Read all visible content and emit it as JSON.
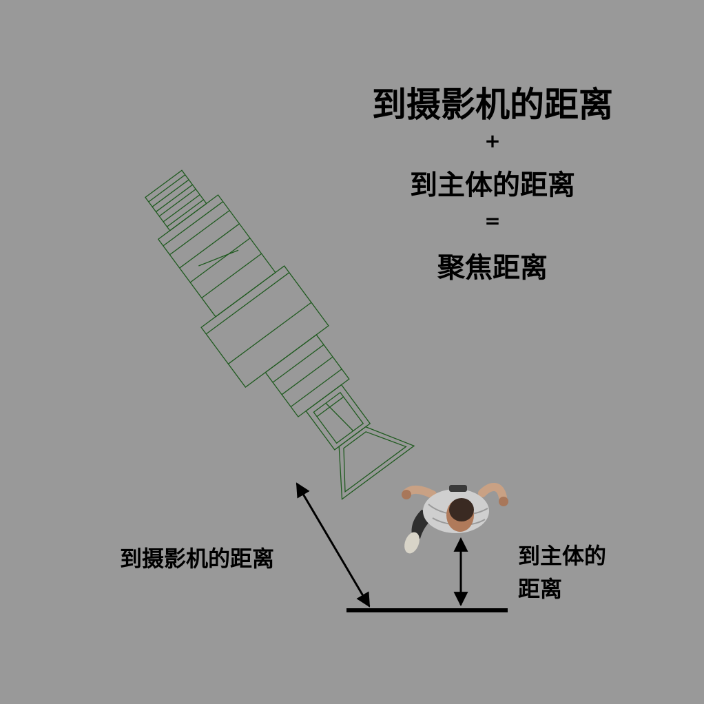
{
  "equation": {
    "line1": "到摄影机的距离",
    "plus": "+",
    "line2": "到主体的距离",
    "equals": "=",
    "line3": "聚焦距离"
  },
  "labels": {
    "camera_distance": "到摄影机的距离",
    "subject_distance_line1": "到主体的",
    "subject_distance_line2": "距离"
  },
  "colors": {
    "background": "#999999",
    "wireframe": "#1f5a1f",
    "text": "#000000"
  },
  "icons": {
    "camera": "camera-wireframe-icon",
    "subject": "person-top-view-icon"
  }
}
